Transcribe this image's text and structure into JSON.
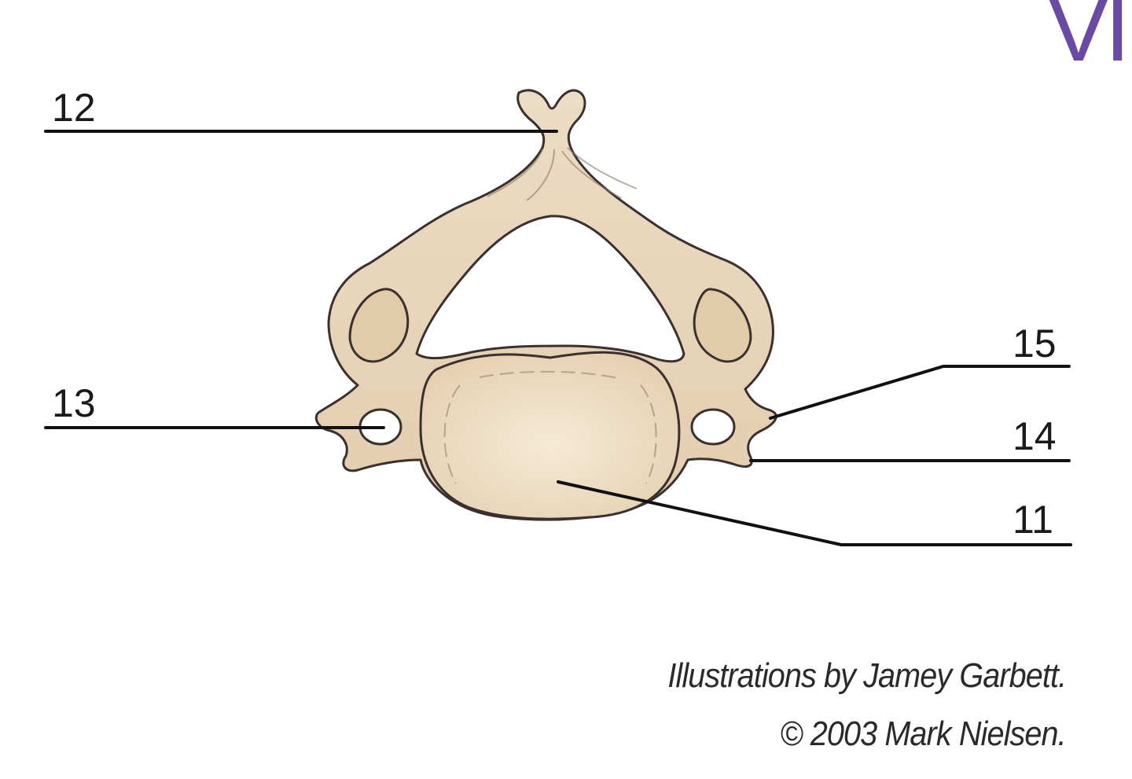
{
  "corner_mark": "VI",
  "labels": {
    "l12": "12",
    "l13": "13",
    "l15": "15",
    "l14": "14",
    "l11": "11"
  },
  "credits": {
    "line1": "Illustrations by Jamey Garbett.",
    "line2": "© 2003 Mark Nielsen."
  },
  "colors": {
    "bone_fill": "#ecd9bf",
    "bone_outline": "#3a3030",
    "body_fill": "#f2e3cd",
    "leader_line": "#111111",
    "corner_mark": "#6a4aa5"
  }
}
